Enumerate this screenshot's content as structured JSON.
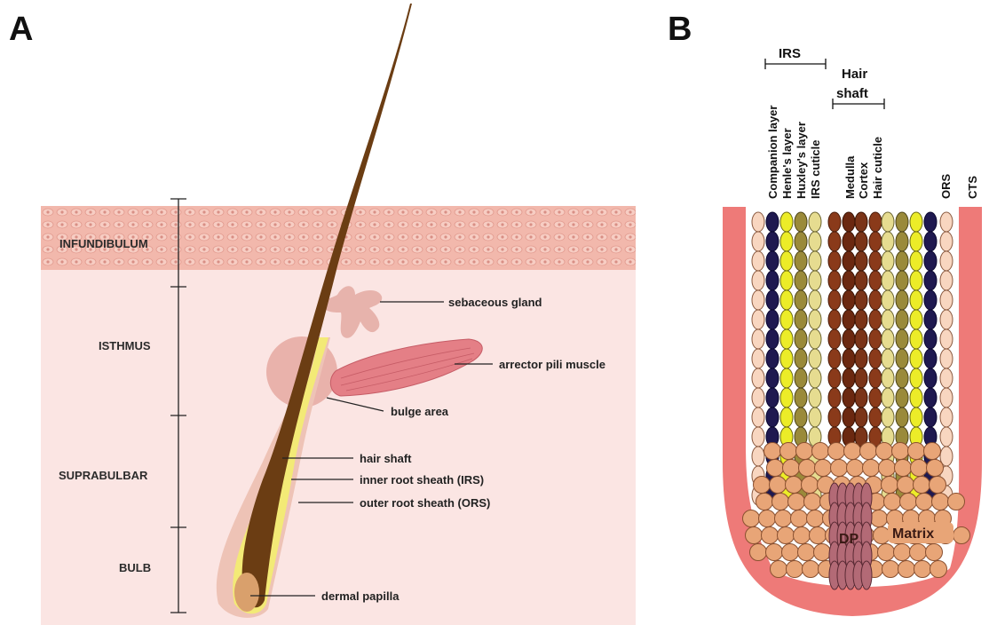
{
  "panel_a": {
    "letter": "A",
    "zones": [
      "INFUNDIBULUM",
      "ISTHMUS",
      "SUPRABULBAR",
      "BULB"
    ],
    "labels": {
      "sebaceous_gland": "sebaceous gland",
      "arrector_pili_muscle": "arrector pili muscle",
      "bulge_area": "bulge area",
      "hair_shaft": "hair shaft",
      "inner_root_sheath": "inner root sheath (IRS)",
      "outer_root_sheath": "outer root sheath (ORS)",
      "dermal_papilla": "dermal papilla"
    }
  },
  "panel_b": {
    "letter": "B",
    "groups": {
      "irs": "IRS",
      "hair_shaft_line1": "Hair",
      "hair_shaft_line2": "shaft"
    },
    "layer_labels": {
      "companion_layer": "Companion layer",
      "henles_layer": "Henle's layer",
      "huxleys_layer": "Huxley's layer",
      "irs_cuticle": "IRS cuticle",
      "medulla": "Medulla",
      "cortex": "Cortex",
      "hair_cuticle": "Hair cuticle",
      "ors": "ORS",
      "cts": "CTS"
    },
    "inner_labels": {
      "dp": "DP",
      "matrix": "Matrix"
    }
  },
  "colors": {
    "epidermis": "#f2b8ac",
    "dermis": "#fbe5e3",
    "hair_shaft": "#6b3d13",
    "irs": "#f3ea76",
    "ors": "#eec3b6",
    "muscle": "#e47f86",
    "papilla": "#d9a06c",
    "cts": "#ee7a78",
    "matrix_cell": "#e8a577",
    "dp_cell": "#b36a76"
  }
}
